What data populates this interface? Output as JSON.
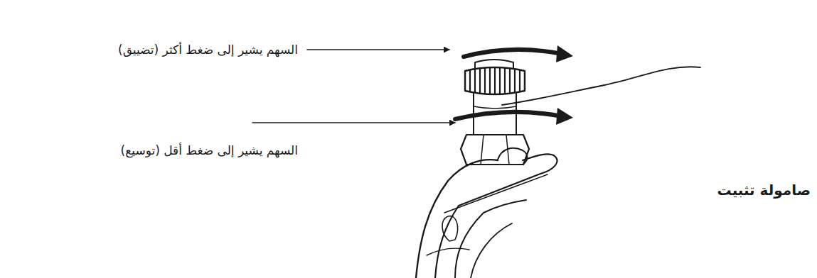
{
  "diagram": {
    "labels": [
      "السهم يشير إلى ضغط أكثر (تضييق)",
      "السهم يشير إلى ضغط أقل (توسيع)",
      "صامولة تثبيت"
    ]
  }
}
